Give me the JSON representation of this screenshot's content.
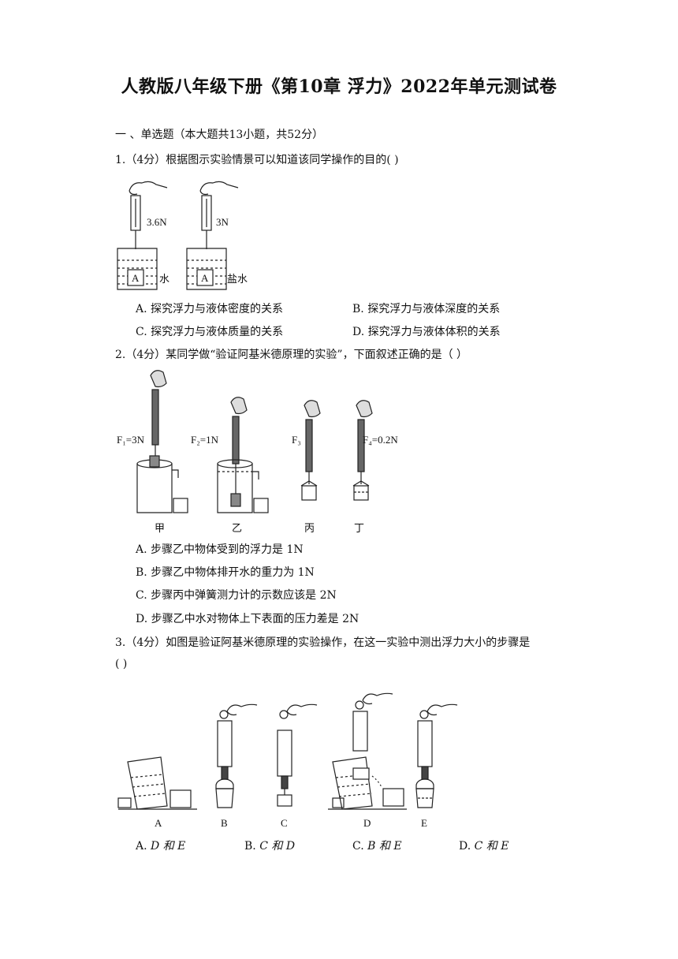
{
  "title": "人教版八年级下册《第10章 浮力》2022年单元测试卷",
  "section": "一 、单选题（本大题共13小题，共52分）",
  "q1": {
    "stem": "1.（4分）根据图示实验情景可以知道该同学操作的目的( )",
    "fig": {
      "reading_left": "3.6N",
      "reading_right": "3N",
      "block": "A",
      "liquid_left": "水",
      "liquid_right": "盐水"
    },
    "options": {
      "A": "A. 探究浮力与液体密度的关系",
      "B": "B. 探究浮力与液体深度的关系",
      "C": "C. 探究浮力与液体质量的关系",
      "D": "D. 探究浮力与液体体积的关系"
    }
  },
  "q2": {
    "stem": "2.（4分）某同学做“验证阿基米德原理的实验”，下面叙述正确的是（  ）",
    "fig": {
      "f1": "F₁=3N",
      "f2": "F₂=1N",
      "f3": "F₃",
      "f4": "F₄=0.2N",
      "s1": "甲",
      "s2": "乙",
      "s3": "丙",
      "s4": "丁"
    },
    "options": {
      "A": "A. 步骤乙中物体受到的浮力是 1N",
      "B": "B. 步骤乙中物体排开水的重力为 1N",
      "C": "C. 步骤丙中弹簧测力计的示数应该是 2N",
      "D": "D. 步骤乙中水对物体上下表面的压力差是 2N"
    }
  },
  "q3": {
    "stem_line1": "3.（4分）如图是验证阿基米德原理的实验操作，在这一实验中测出浮力大小的步骤是",
    "stem_line2": "( )",
    "fig": {
      "a": "A",
      "b": "B",
      "c": "C",
      "d": "D",
      "e": "E"
    },
    "options": {
      "A_prefix": "A. ",
      "A_text": "D 和 E",
      "B_prefix": "B. ",
      "B_text": "C 和 D",
      "C_prefix": "C. ",
      "C_text": "B 和 E",
      "D_prefix": "D. ",
      "D_text": "C 和 E"
    }
  }
}
